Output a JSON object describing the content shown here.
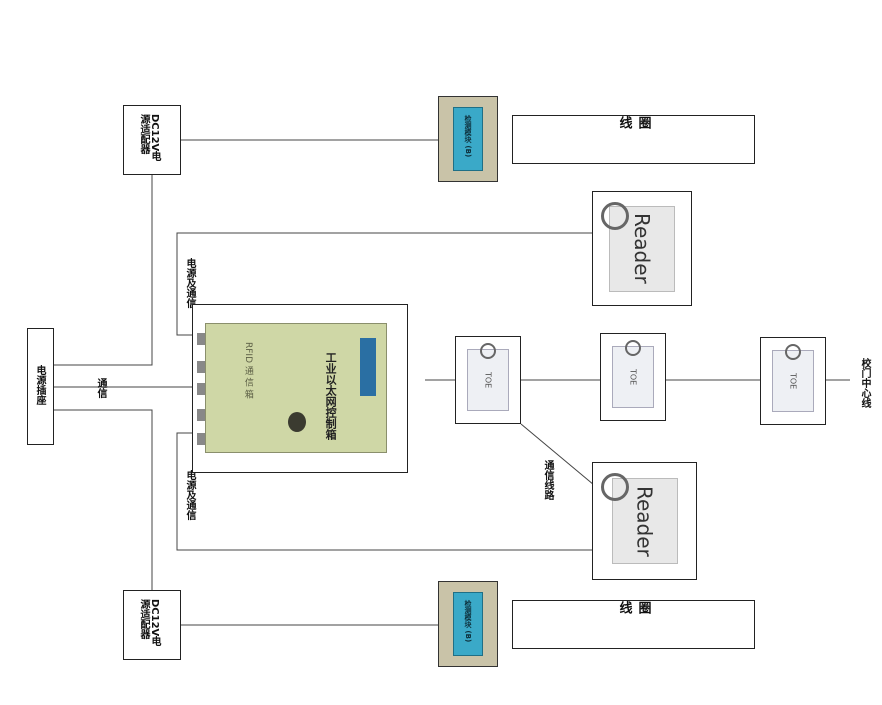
{
  "labels": {
    "psu_top": "DC12V电源适配器",
    "psu_bottom": "DC12V电源适配器",
    "socket": "电源插座",
    "comm": "通信",
    "power_comm_top": "电源及通信",
    "power_comm_bottom": "电源及通信",
    "comm_line": "通信线路",
    "to_center": "校门中心线",
    "controller_title": "工业以太网控制箱",
    "controller_brand": "RFID 通 信 箱",
    "module_text": "检测模块 (B)",
    "coil": "圈 线",
    "reader": "Reader",
    "card": "TOE"
  },
  "colors": {
    "line": "#444444",
    "controller_bg": "#cfd7a6",
    "module_panel": "#3aa9c8"
  }
}
